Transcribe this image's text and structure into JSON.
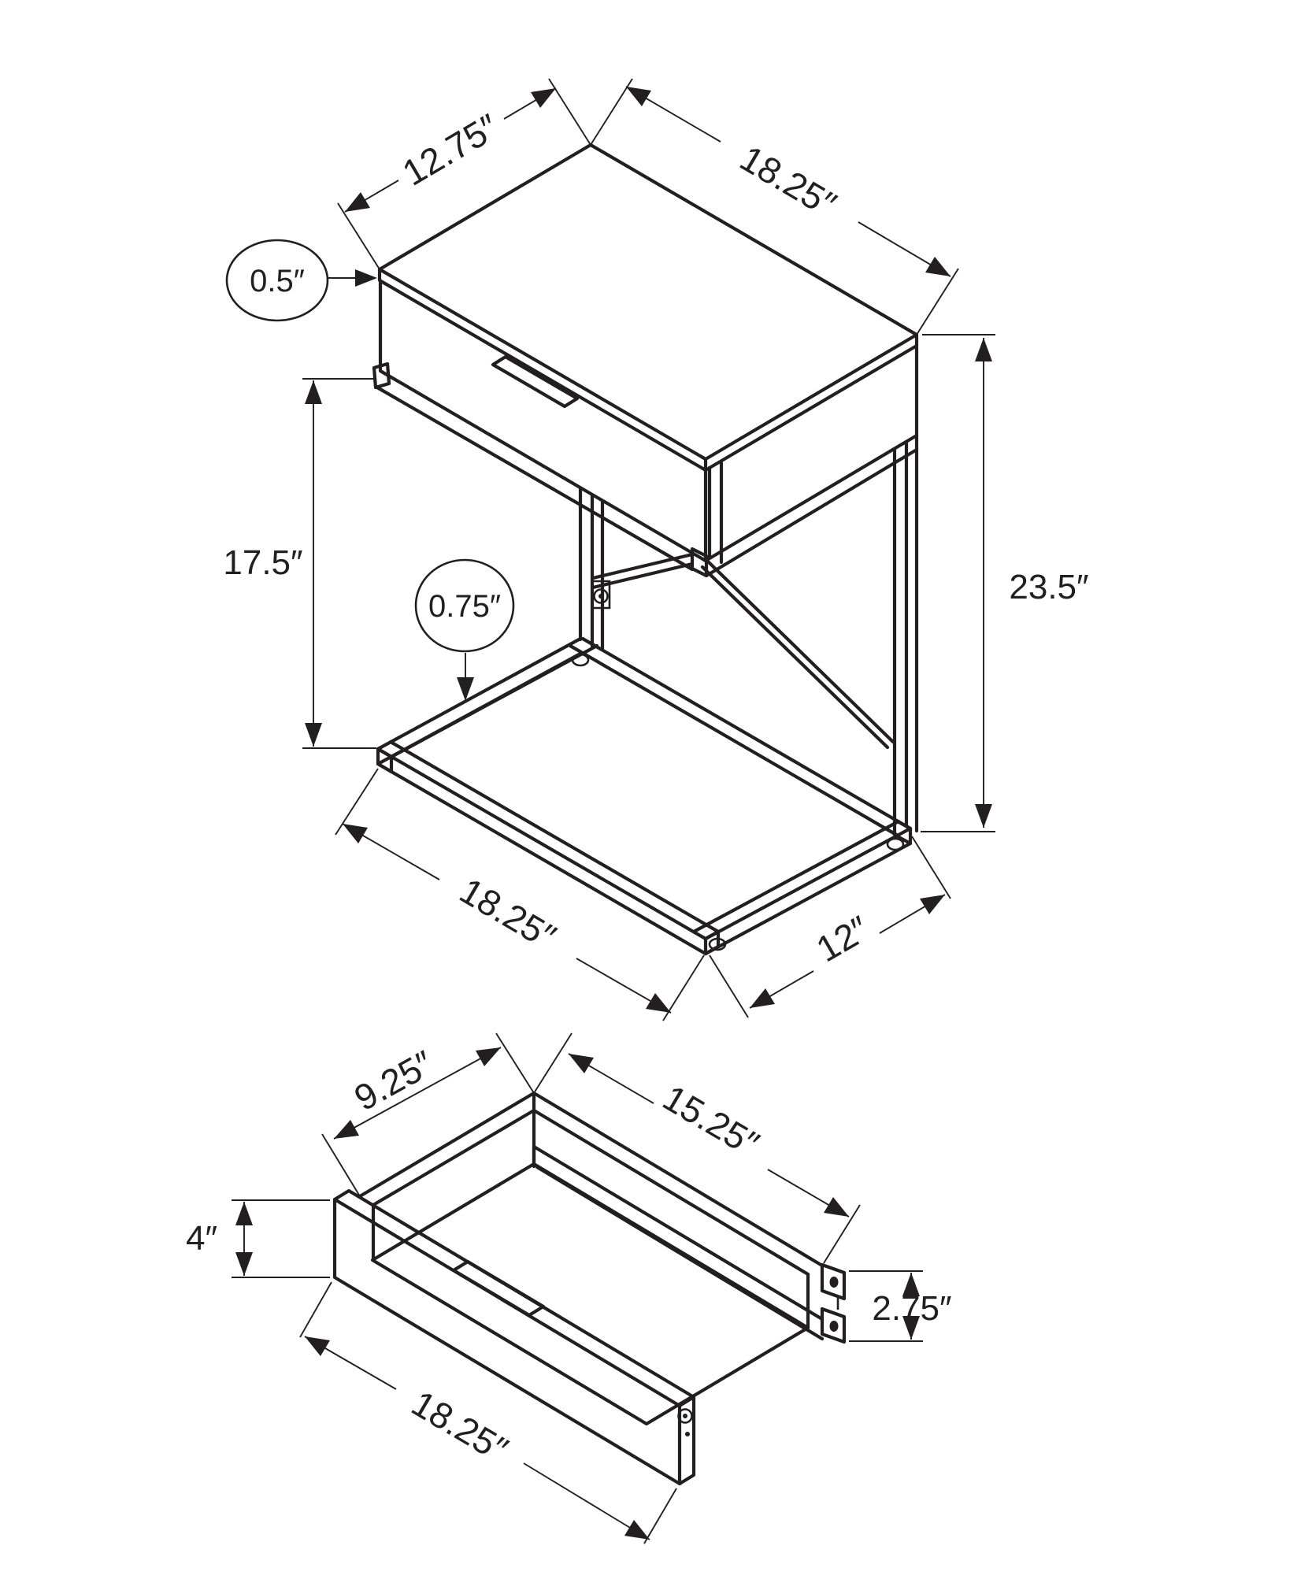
{
  "diagram": {
    "background": "#ffffff",
    "line_color": "#231f20",
    "views": {
      "table": {
        "name": "accent-table-isometric-view",
        "labels": {
          "top_depth": "12.75″",
          "top_width": "18.25″",
          "top_thickness": "0.5″",
          "clearance_height": "17.5″",
          "frame_tube": "0.75″",
          "overall_height": "23.5″",
          "base_length": "18.25″",
          "base_depth": "12″"
        }
      },
      "drawer": {
        "name": "drawer-isometric-view",
        "labels": {
          "inner_depth": "9.25″",
          "inner_length": "15.25″",
          "front_height": "4″",
          "side_height": "2.75″",
          "front_length": "18.25″"
        }
      }
    }
  }
}
